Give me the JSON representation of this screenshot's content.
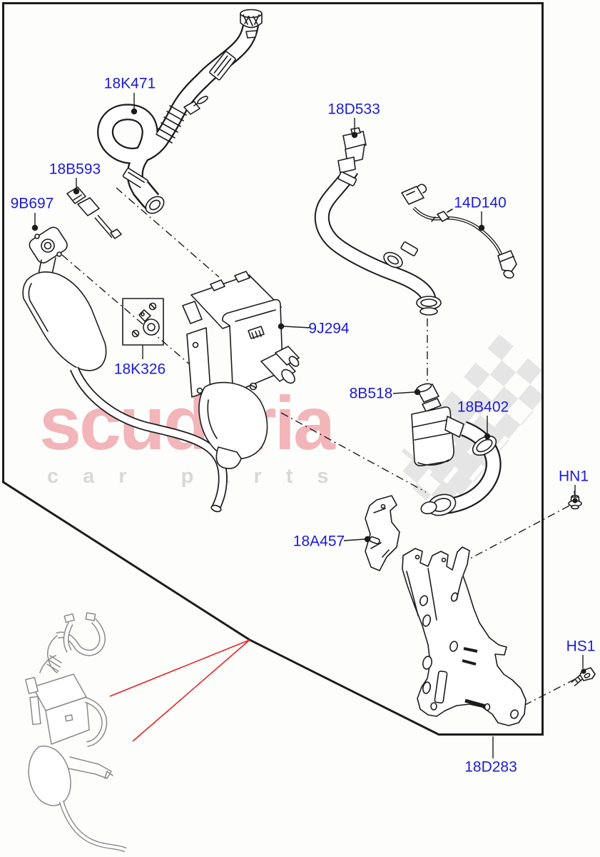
{
  "page": {
    "description": "Exploded parts diagram - auxiliary fuel fired heater with mounting bracket"
  },
  "colors": {
    "label": "#1b1bd8",
    "line": "#1c1c1c",
    "red": "#e82222",
    "wmtext": "#f2b5b9",
    "wmsub": "#d8d8d8",
    "checker": "#e5e5e5",
    "thumbline": "#8a8a8a"
  },
  "watermark": {
    "brand": "scuderia",
    "subtitle": "car parts"
  },
  "callouts": [
    {
      "code": "18K471"
    },
    {
      "code": "18B593"
    },
    {
      "code": "9B697"
    },
    {
      "code": "18D533"
    },
    {
      "code": "14D140"
    },
    {
      "code": "9J294"
    },
    {
      "code": "18K326"
    },
    {
      "code": "8B518"
    },
    {
      "code": "18B402"
    },
    {
      "code": "HN1"
    },
    {
      "code": "18A457"
    },
    {
      "code": "HS1"
    },
    {
      "code": "18D283"
    }
  ]
}
